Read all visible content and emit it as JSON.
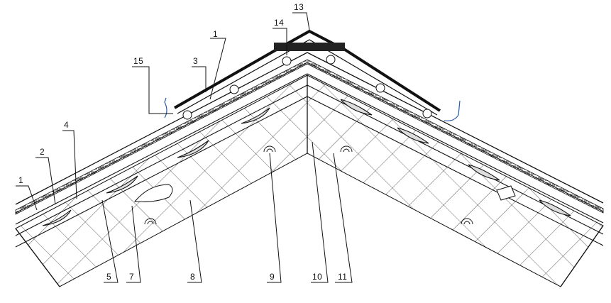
{
  "diagram": {
    "callouts": [
      {
        "id": "c13a",
        "text": "13"
      },
      {
        "id": "c14",
        "text": "14"
      },
      {
        "id": "c1top",
        "text": "1"
      },
      {
        "id": "c3",
        "text": "3"
      },
      {
        "id": "c15",
        "text": "15"
      },
      {
        "id": "c4",
        "text": "4"
      },
      {
        "id": "c2",
        "text": "2"
      },
      {
        "id": "c1left",
        "text": "1"
      },
      {
        "id": "c5",
        "text": "5"
      },
      {
        "id": "c7",
        "text": "7"
      },
      {
        "id": "c8",
        "text": "8"
      },
      {
        "id": "c9",
        "text": "9"
      },
      {
        "id": "c10",
        "text": "10"
      },
      {
        "id": "c11",
        "text": "11"
      }
    ]
  }
}
